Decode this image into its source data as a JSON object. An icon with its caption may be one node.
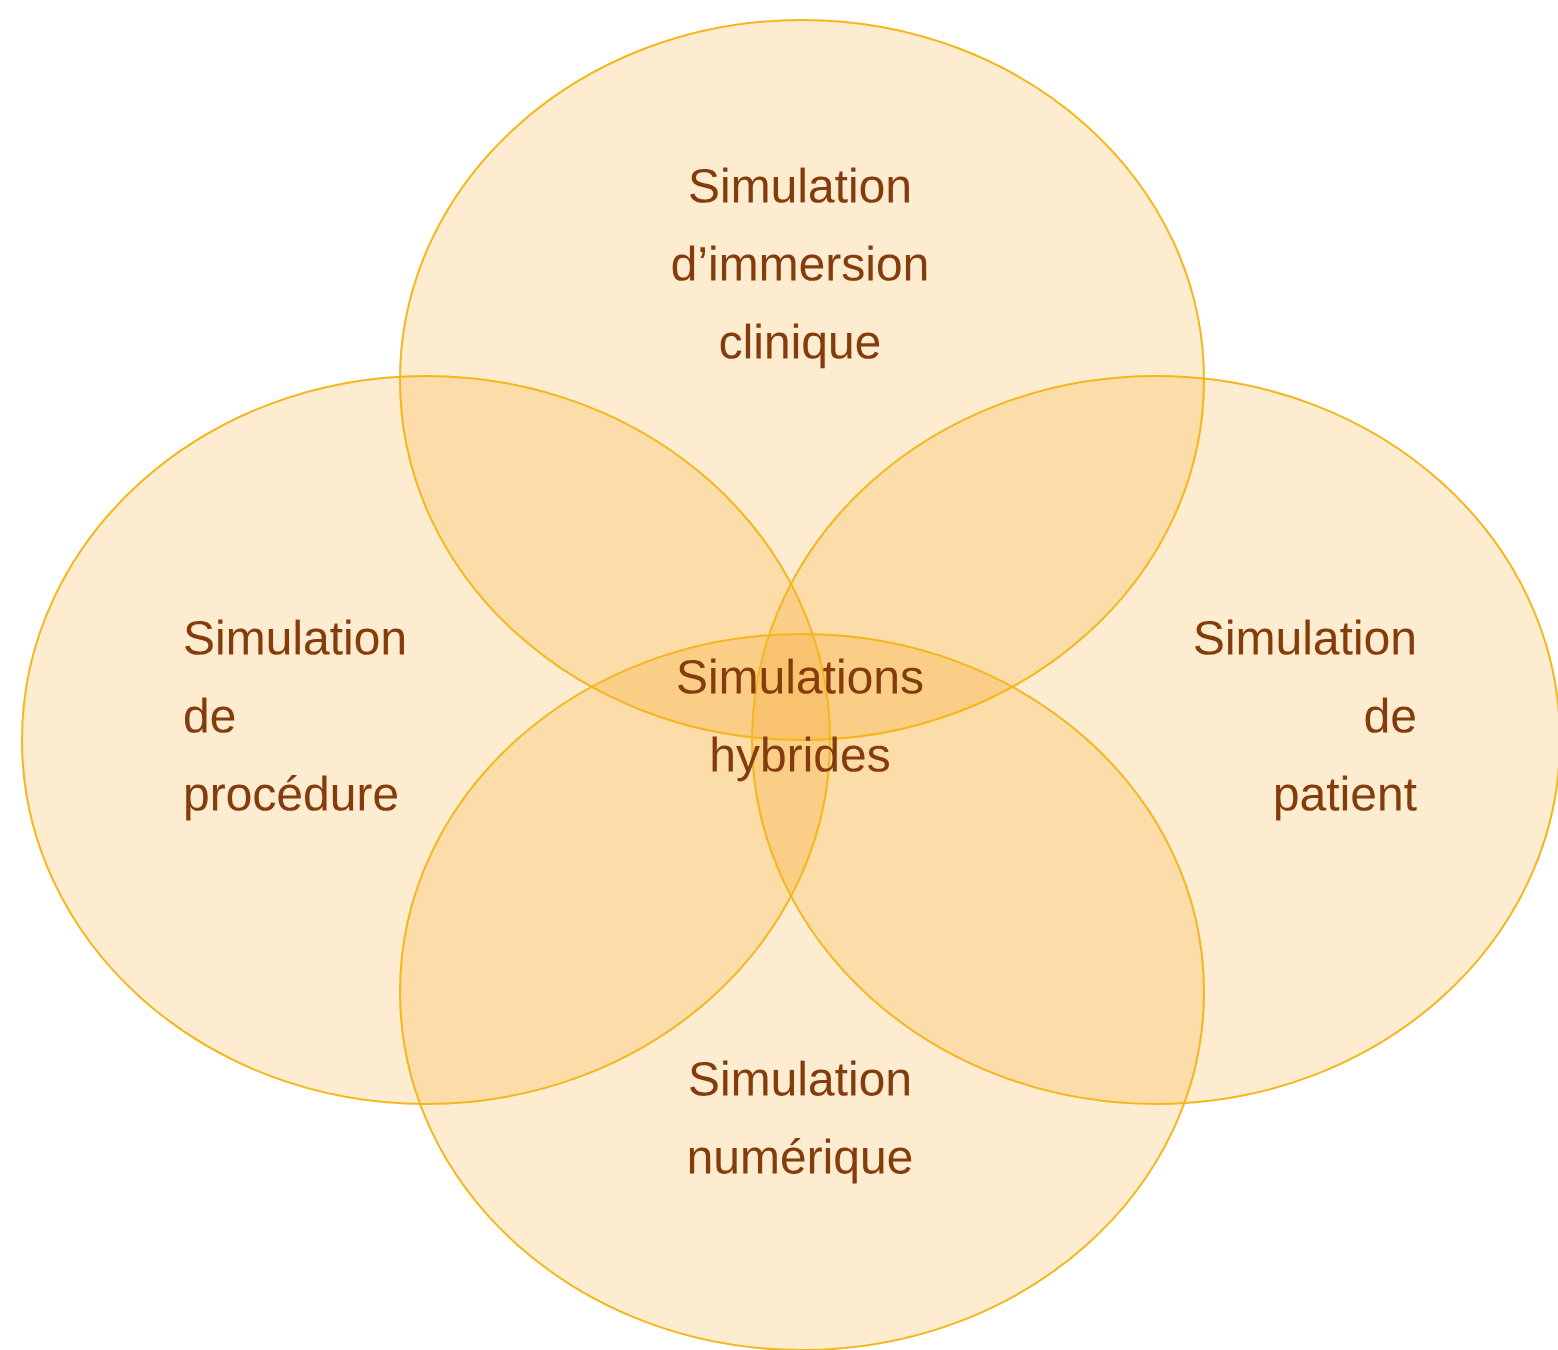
{
  "diagram": {
    "nodes": [
      {
        "text": [
          "Simulation d’immersion clinique"
        ]
      },
      {
        "text": [
          "Simulation de procédure"
        ]
      },
      {
        "text": [
          "Simulation de patient"
        ]
      },
      {
        "text": [
          "Simulation numérique"
        ]
      }
    ],
    "labels": [
      "Simulations hybrides"
    ]
  }
}
